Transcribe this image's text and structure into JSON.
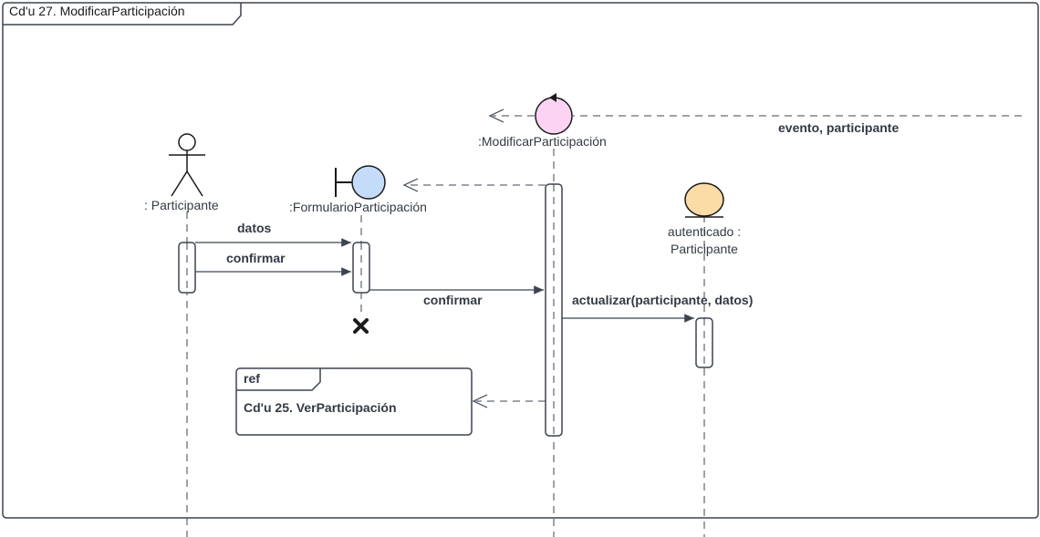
{
  "frame": {
    "title": "Cd'u 27. ModificarParticipación"
  },
  "participants": {
    "actor": ": Participante",
    "boundary": ":FormularioParticipación",
    "control": ":ModificarParticipación",
    "entity": "autenticado :\nParticipante"
  },
  "messages": {
    "trigger": "evento, participante",
    "datos": "datos",
    "confirmar_1": "confirmar",
    "confirmar_2": "confirmar",
    "actualizar": "actualizar(participante, datos)"
  },
  "ref": {
    "tag": "ref",
    "text": "Cd'u 25. VerParticipación"
  },
  "colors": {
    "control": "#fcd3f2",
    "boundary": "#c4dcfa",
    "entity": "#fbdca6",
    "line": "#3d4450"
  }
}
